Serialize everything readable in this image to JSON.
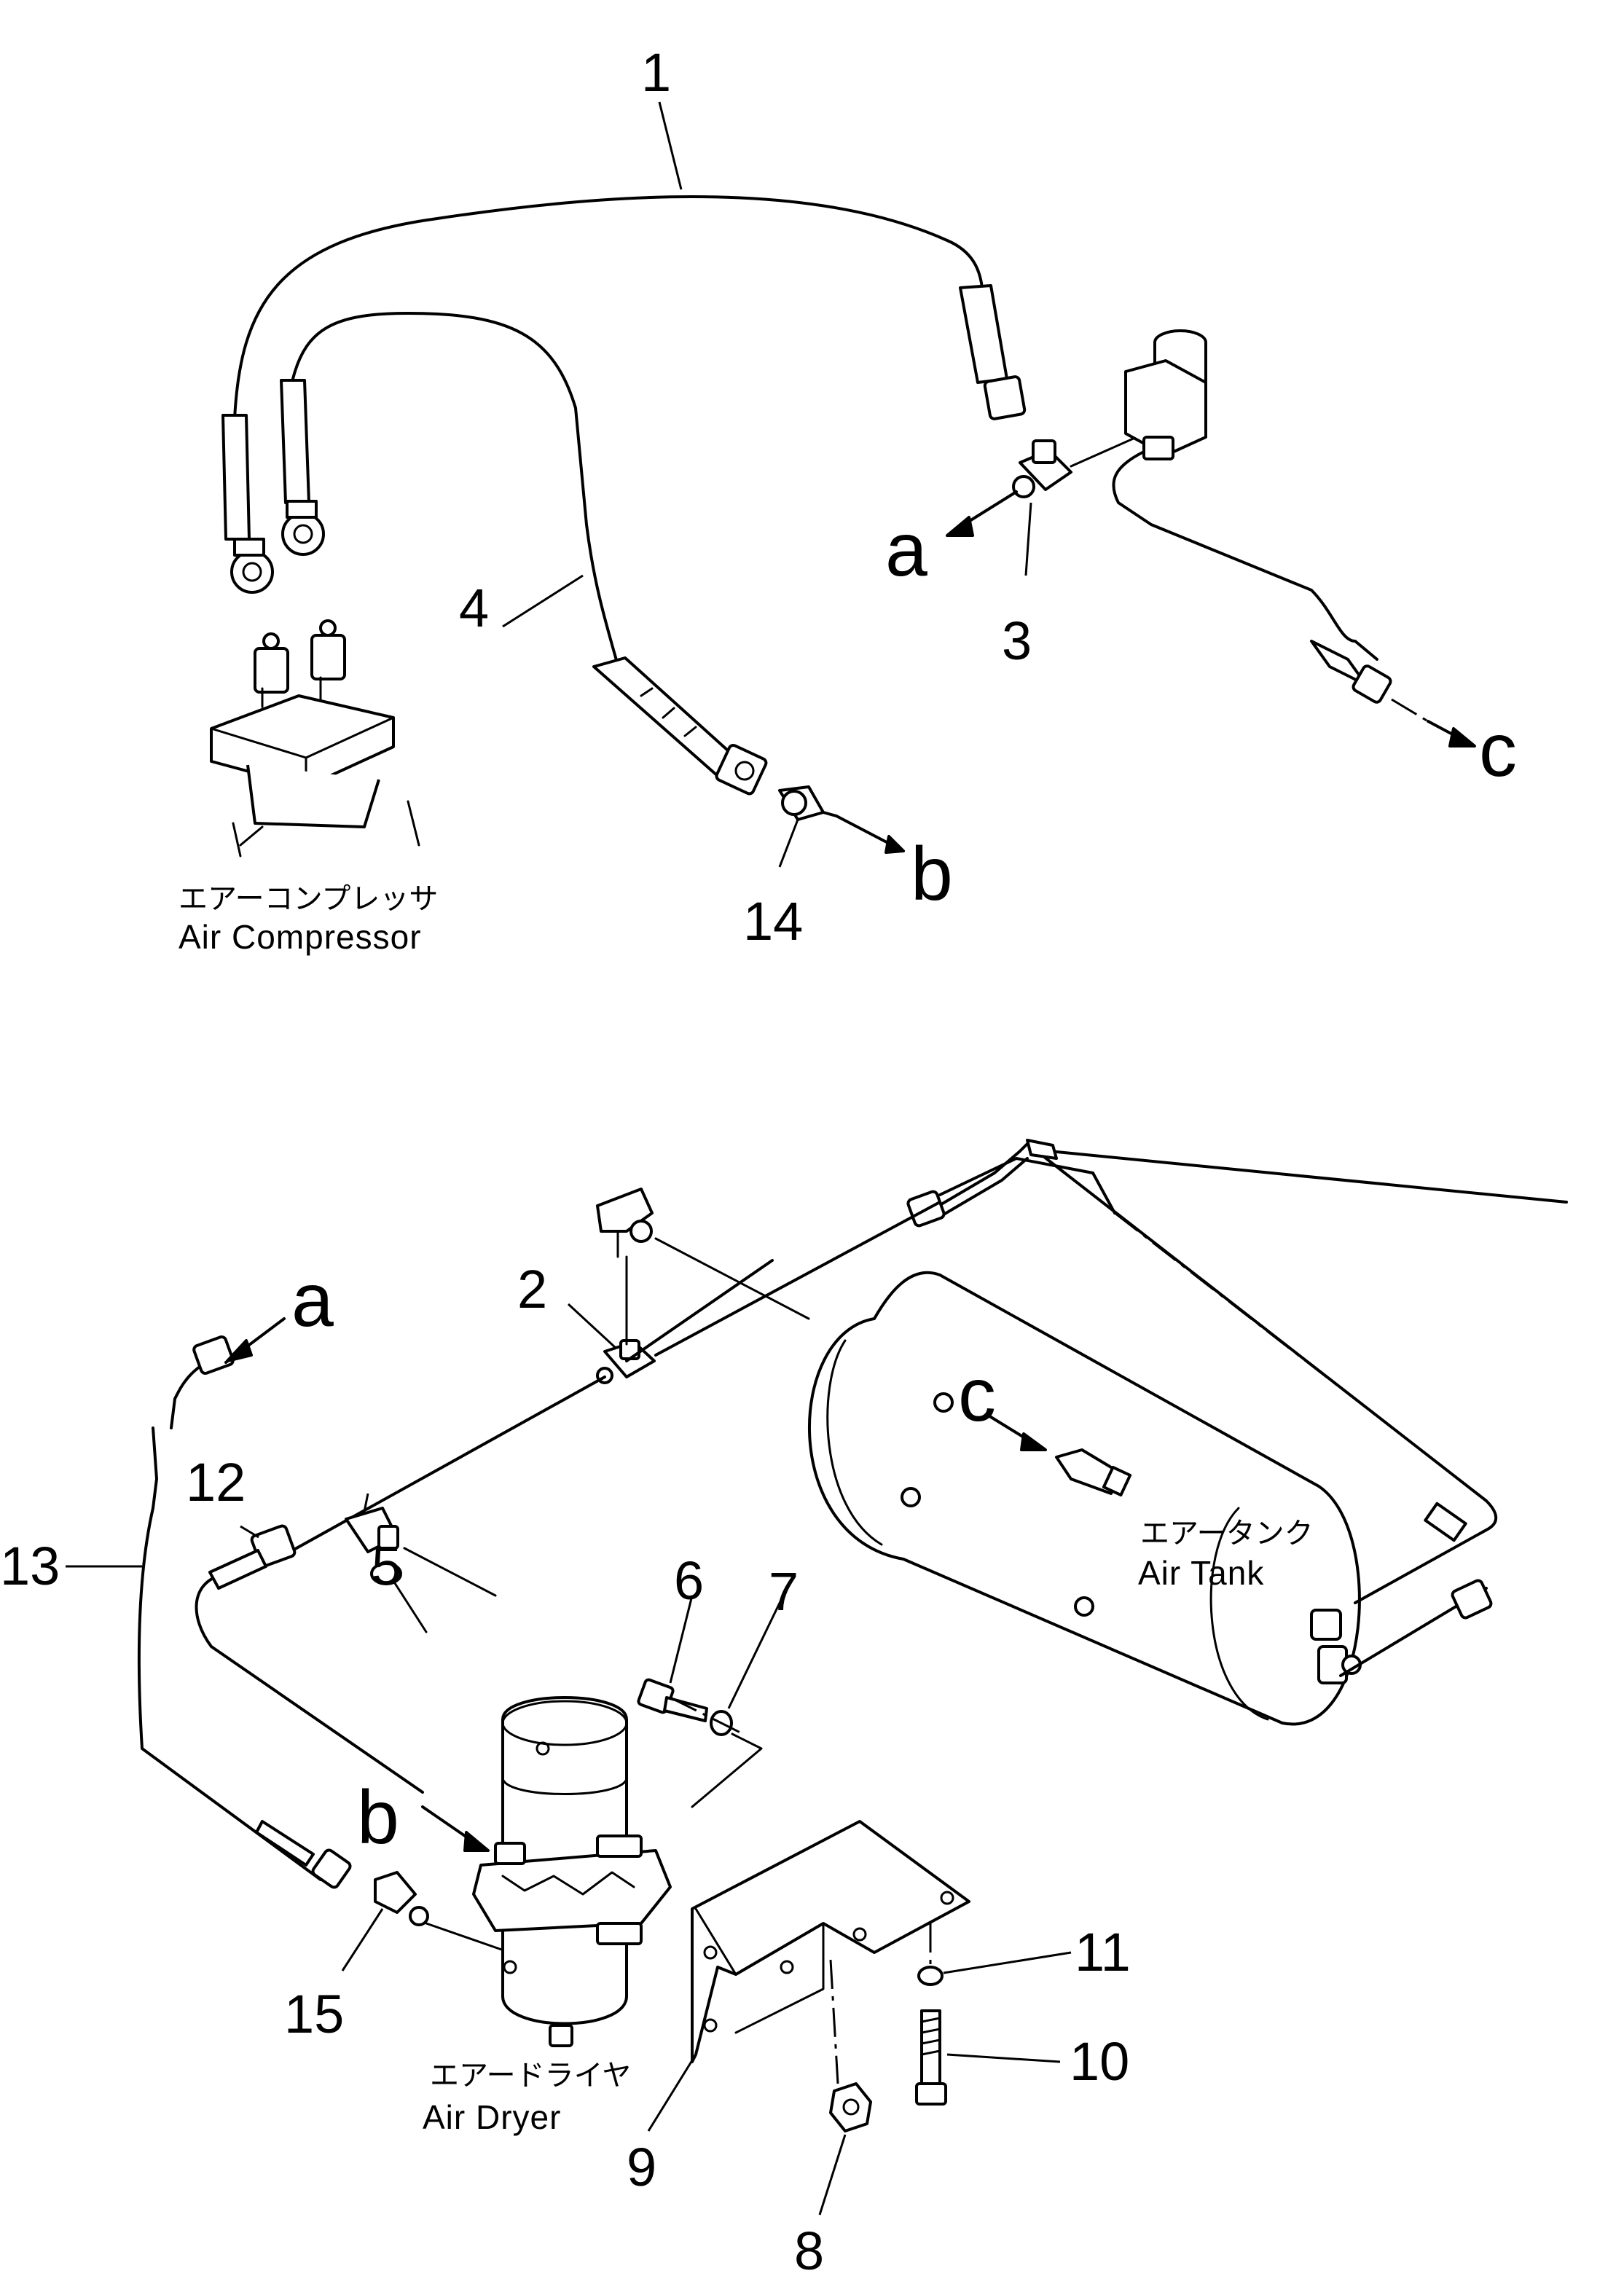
{
  "part_numbers": {
    "p1": "1",
    "p2": "2",
    "p3": "3",
    "p4": "4",
    "p5": "5",
    "p6": "6",
    "p7": "7",
    "p8": "8",
    "p9": "9",
    "p10": "10",
    "p11": "11",
    "p12": "12",
    "p13": "13",
    "p14": "14",
    "p15": "15"
  },
  "connectors": {
    "a_top": "a",
    "b_top": "b",
    "c_top": "c",
    "a_bottom": "a",
    "b_bottom": "b",
    "c_bottom": "c"
  },
  "components": {
    "air_compressor": {
      "jp": "エアーコンプレッサ",
      "en": "Air  Compressor"
    },
    "air_tank": {
      "jp": "エアータンク",
      "en": "Air  Tank"
    },
    "air_dryer": {
      "jp": "エアードライヤ",
      "en": "Air  Dryer"
    }
  }
}
